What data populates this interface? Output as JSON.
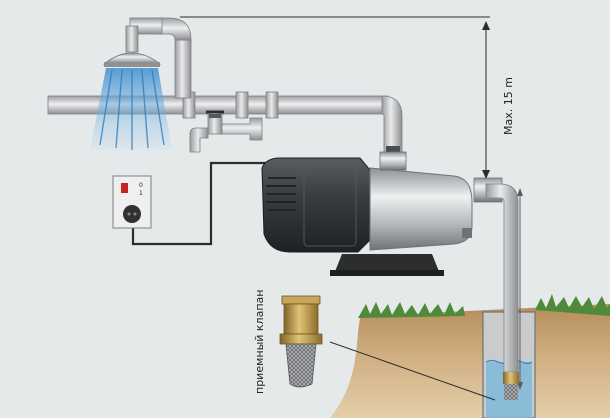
{
  "labels": {
    "max_height": "Max. 15 m",
    "foot_valve": "приемный клапан"
  },
  "switch_marks": {
    "top": "0",
    "bottom": "1"
  },
  "colors": {
    "background": "#e6e9ea",
    "pipe": "#c9cbcc",
    "pump_body": "#3a3d40",
    "pump_steel": "#b9bcbf",
    "water": "#7fb8d8",
    "soil": "#c8a87a",
    "grass": "#4f8a3a",
    "valve_brass": "#b79546"
  },
  "icons": [
    "shower-head-icon",
    "tap-icon",
    "power-socket-icon",
    "pump-icon",
    "foot-valve-icon"
  ]
}
